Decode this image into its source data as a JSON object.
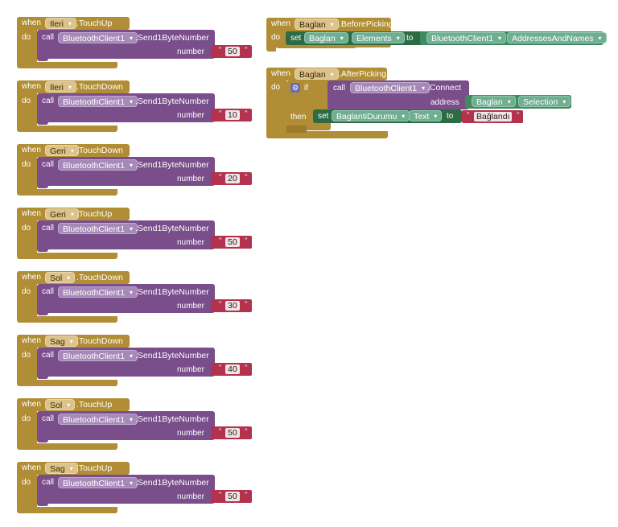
{
  "keywords": {
    "when": "when",
    "do": "do",
    "call": "call",
    "number": "number",
    "set": "set",
    "to": "to",
    "if": "if",
    "then": "then",
    "address": "address"
  },
  "client": "BluetoothClient1",
  "method": ".Send1ByteNumber",
  "events": [
    {
      "component": "Ileri",
      "event": ".TouchUp",
      "value": "50"
    },
    {
      "component": "Ileri",
      "event": ".TouchDown",
      "value": "10"
    },
    {
      "component": "Geri",
      "event": ".TouchDown",
      "value": "20"
    },
    {
      "component": "Geri",
      "event": ".TouchUp",
      "value": "50"
    },
    {
      "component": "Sol",
      "event": ".TouchDown",
      "value": "30"
    },
    {
      "component": "Sag",
      "event": ".TouchDown",
      "value": "40"
    },
    {
      "component": "Sol",
      "event": ".TouchUp",
      "value": "50"
    },
    {
      "component": "Sag",
      "event": ".TouchUp",
      "value": "50"
    }
  ],
  "before": {
    "component": "Baglan",
    "event": ".BeforePicking",
    "set_component": "Baglan",
    "property": "Elements",
    "getter": "AddressesAndNames"
  },
  "after": {
    "component": "Baglan",
    "event": ".AfterPicking",
    "method": ".Connect",
    "addr_component": "Baglan",
    "addr_property": "Selection",
    "set_component": "BaglantiDurumu",
    "property": "Text",
    "value": "Bağlandı"
  }
}
